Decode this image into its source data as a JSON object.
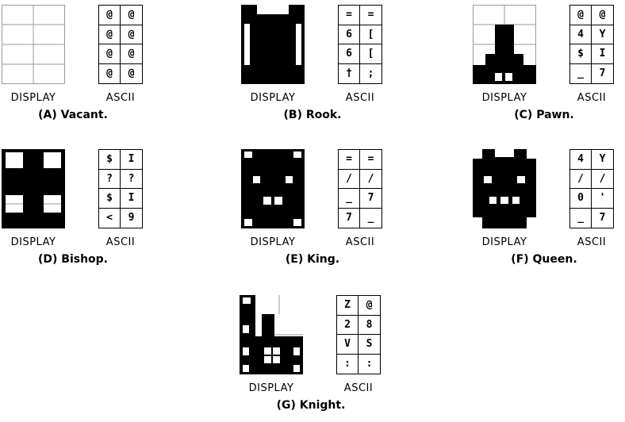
{
  "labels": {
    "display": "DISPLAY",
    "ascii": "ASCII"
  },
  "figures": [
    {
      "id": "vacant",
      "caption": "(A) Vacant.",
      "pattern": [
        "00",
        "00",
        "00",
        "00",
        "00",
        "00",
        "00",
        "00"
      ],
      "ascii": [
        "@",
        "@",
        "@",
        "@",
        "@",
        "@",
        "@",
        "@"
      ]
    },
    {
      "id": "rook",
      "caption": "(B) Rook.",
      "pattern": [
        "11",
        "10",
        "10",
        "10",
        "10",
        "10",
        "10",
        "11"
      ],
      "ascii": [
        "=",
        "=",
        "6",
        "[",
        "6",
        "[",
        "†",
        ";"
      ]
    },
    {
      "id": "pawn",
      "caption": "(C) Pawn.",
      "pattern": [
        "00",
        "00",
        "01",
        "01",
        "01",
        "10",
        "11",
        "10"
      ],
      "ascii": [
        "@",
        "@",
        "4",
        "Y",
        "$",
        "I",
        "_",
        "7"
      ]
    },
    {
      "id": "bishop",
      "caption": "(D) Bishop.",
      "pattern": [
        "01",
        "01",
        "11",
        "01",
        "01",
        "01",
        "10",
        "11"
      ],
      "ascii": [
        "$",
        "I",
        "?",
        "?",
        "$",
        "I",
        "<",
        "9"
      ]
    },
    {
      "id": "king",
      "caption": "(E) King.",
      "pattern": [
        "11",
        "11",
        "10",
        "10",
        "10",
        "01",
        "10",
        "11"
      ],
      "ascii": [
        "=",
        "=",
        "/",
        "/",
        "_",
        "7",
        "7",
        "_"
      ]
    },
    {
      "id": "queen",
      "caption": "(F) Queen.",
      "pattern": [
        "10",
        "11",
        "10",
        "10",
        "01",
        "10",
        "11",
        "10"
      ],
      "ascii": [
        "4",
        "Y",
        "/",
        "/",
        "0",
        "'",
        "_",
        "7"
      ]
    },
    {
      "id": "knight",
      "caption": "(G) Knight.",
      "pattern": [
        "10",
        "00",
        "10",
        "11",
        "10",
        "11",
        "10",
        "01"
      ],
      "ascii": [
        "Z",
        "@",
        "2",
        "8",
        "V",
        "S",
        ":",
        ":"
      ]
    }
  ]
}
